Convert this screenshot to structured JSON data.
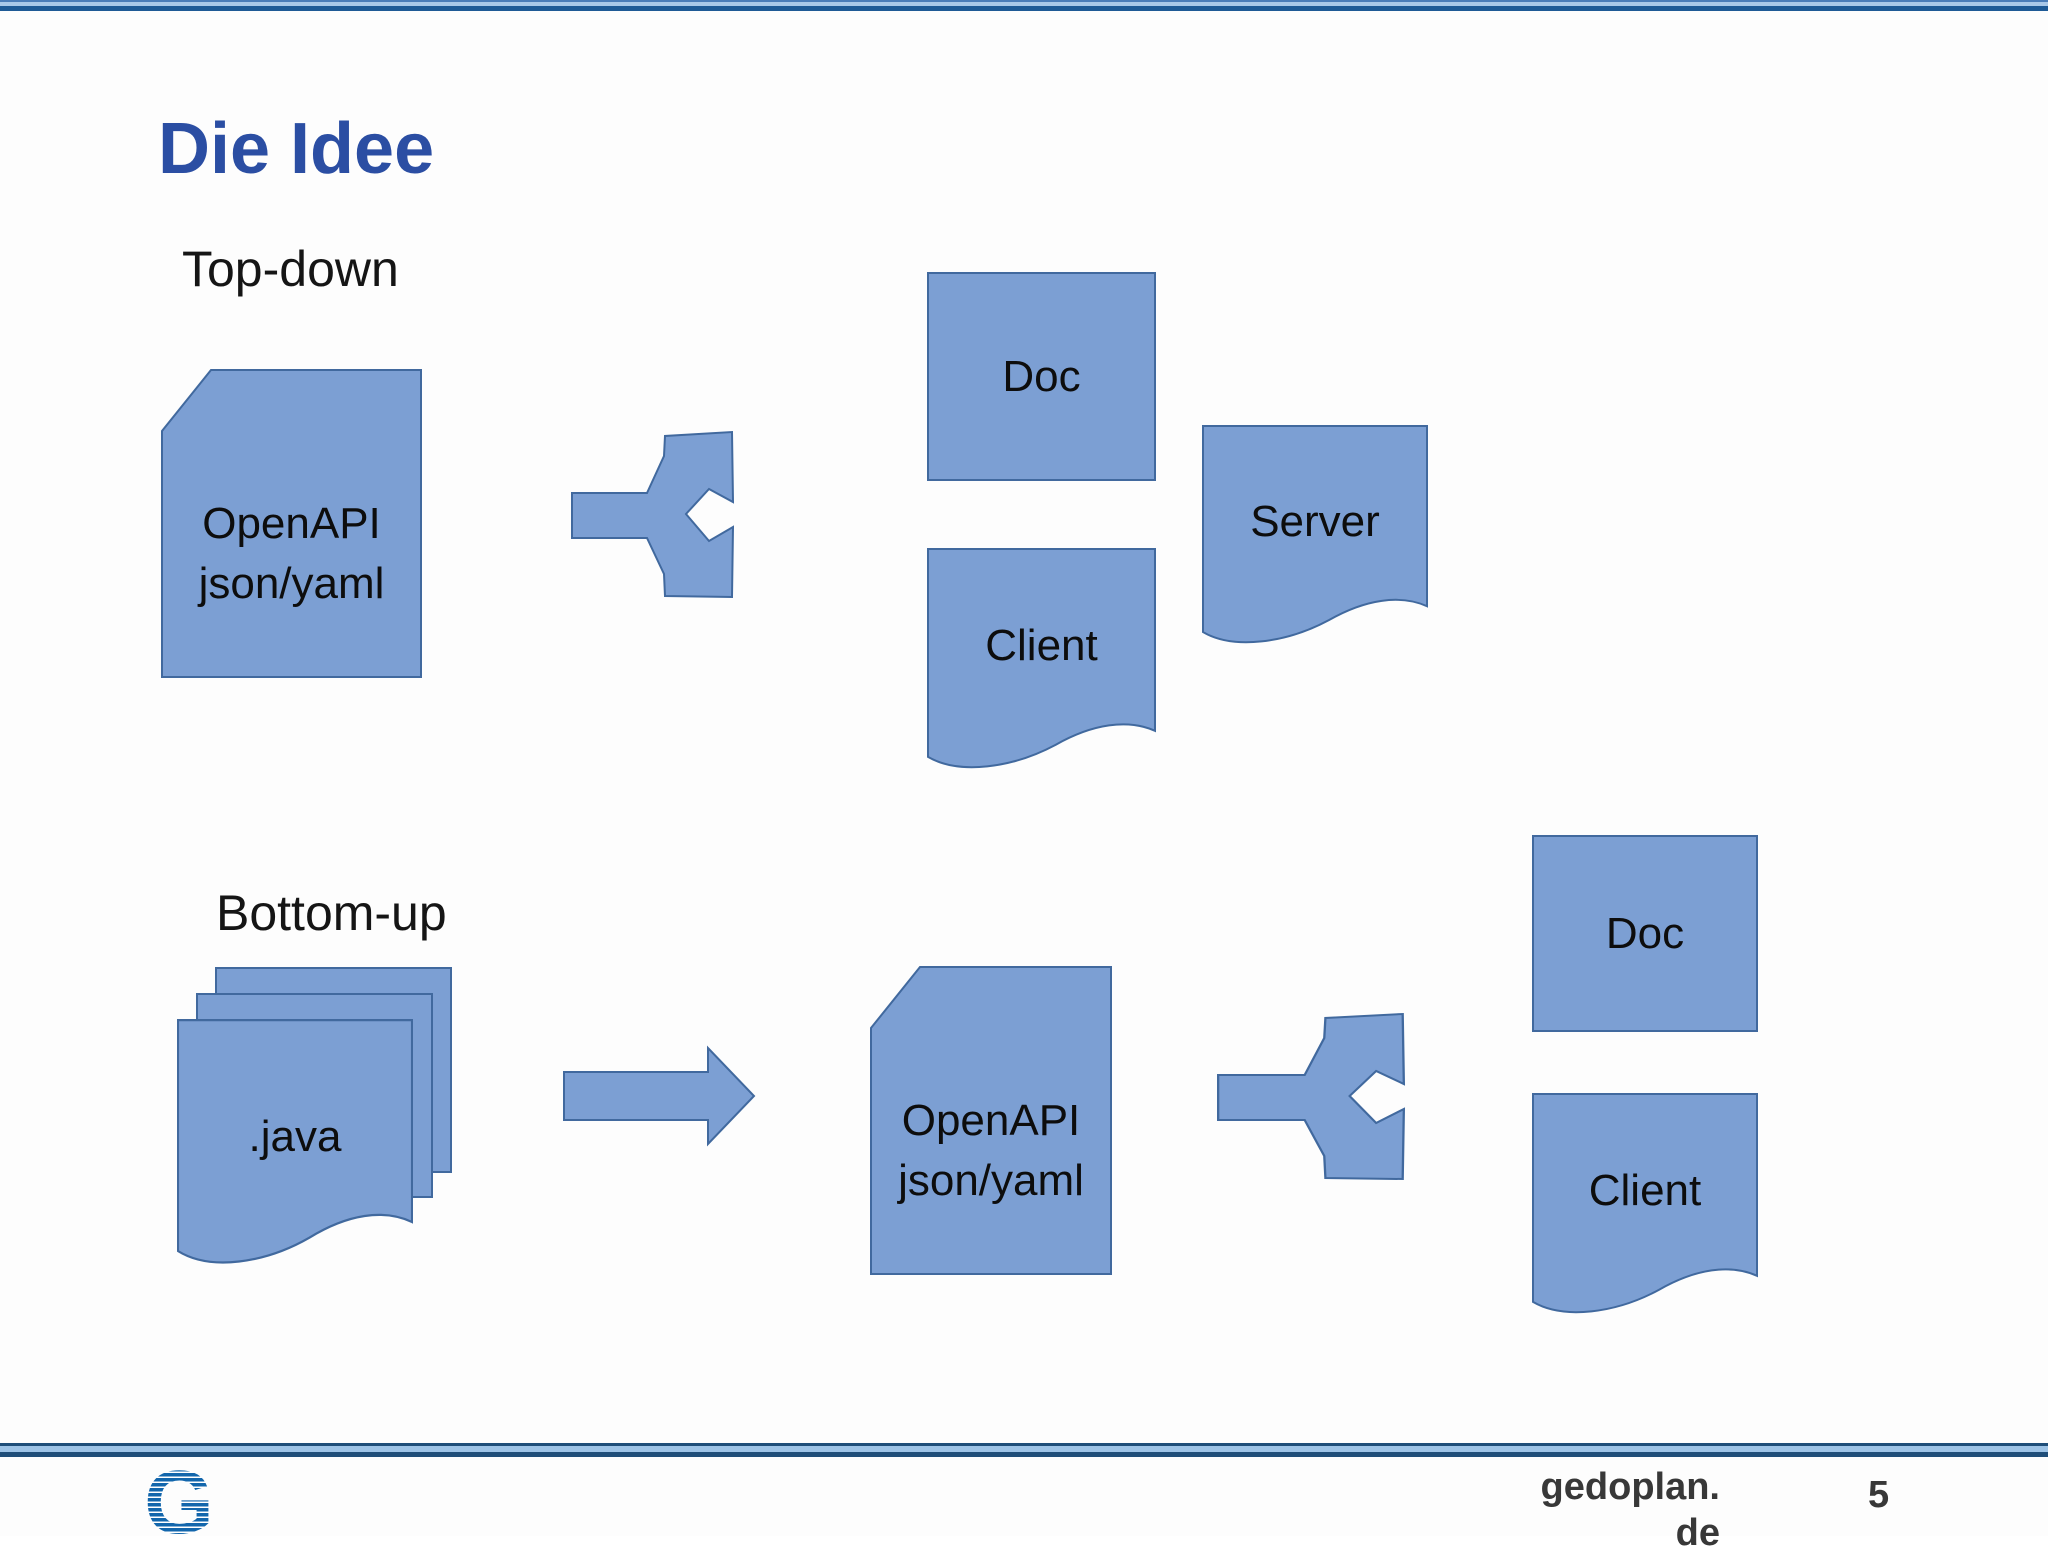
{
  "slide": {
    "title": "Die Idee",
    "page_number": "5",
    "footer": {
      "site_line1": "gedoplan.",
      "site_line2": "de",
      "logo_letter": "G"
    },
    "colors": {
      "shape_fill": "#7C9FD3",
      "shape_border": "#41699E",
      "title_text": "#2B4EA3",
      "band_dark": "#1F4E79",
      "band_light": "#9DC3E6",
      "footer_text": "#383838",
      "logo_blue": "#1266AC"
    },
    "sections": {
      "top_down": {
        "label": "Top-down",
        "source": {
          "line1": "OpenAPI",
          "line2": "json/yaml"
        },
        "outputs": {
          "doc": "Doc",
          "client": "Client",
          "server": "Server"
        }
      },
      "bottom_up": {
        "label": "Bottom-up",
        "source": ".java",
        "intermediate": {
          "line1": "OpenAPI",
          "line2": "json/yaml"
        },
        "outputs": {
          "doc": "Doc",
          "client": "Client"
        }
      }
    }
  }
}
